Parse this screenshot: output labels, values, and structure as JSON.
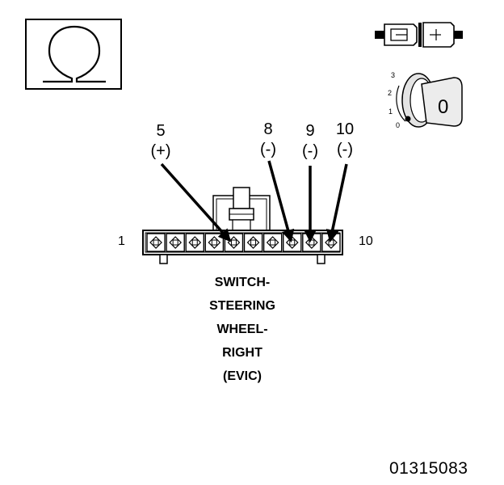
{
  "meter_symbol": "Ω",
  "pins": [
    {
      "num": "5",
      "polarity": "(+)"
    },
    {
      "num": "8",
      "polarity": "(-)"
    },
    {
      "num": "9",
      "polarity": "(-)"
    },
    {
      "num": "10",
      "polarity": "(-)"
    }
  ],
  "connector": {
    "start_label": "1",
    "end_label": "10"
  },
  "caption": [
    "SWITCH-",
    "STEERING",
    "WHEEL-",
    "RIGHT",
    "(EVIC)"
  ],
  "ignition": {
    "positions": [
      "3",
      "2",
      "1",
      "0"
    ],
    "key_label": "0"
  },
  "figure_id": "01315083"
}
